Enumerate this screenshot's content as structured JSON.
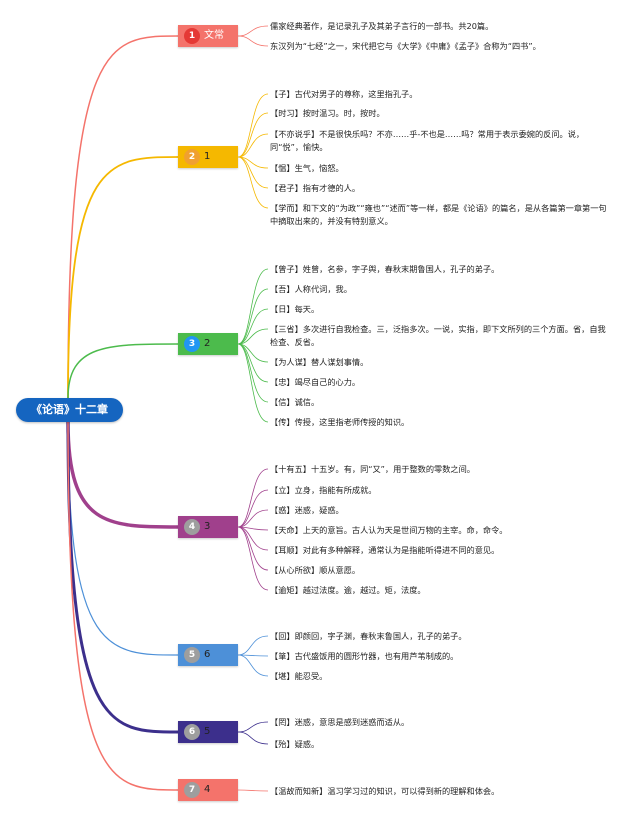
{
  "root": {
    "title": "《论语》十二章"
  },
  "branches": [
    {
      "label": "文常",
      "badge": "1",
      "color": "#f4736b",
      "badge_color": "#e53935",
      "leaves": [
        "儒家经典著作，是记录孔子及其弟子言行的一部书。共20篇。",
        "东汉列为“七经”之一，宋代把它与《大学》《中庸》《孟子》合称为“四书”。"
      ]
    },
    {
      "label": "1",
      "badge": "2",
      "color": "#f5b800",
      "badge_color": "#f0a030",
      "leaves": [
        "【子】古代对男子的尊称，这里指孔子。",
        "【时习】按时温习。时，按时。",
        "【不亦说乎】不是很快乐吗？不亦……乎-不也是……吗？常用于表示委婉的反问。说，同“悦”，愉快。",
        "【愠】生气，恼怒。",
        "【君子】指有才德的人。",
        "【学而】和下文的“为政”“雍也”“述而”等一样，都是《论语》的篇名，是从各篇第一章第一句中摘取出来的，并没有特别意义。"
      ]
    },
    {
      "label": "2",
      "badge": "3",
      "color": "#4cbb4c",
      "badge_color": "#2196f3",
      "leaves": [
        "【曾子】姓曾，名参，字子舆，春秋末期鲁国人，孔子的弟子。",
        "【吾】人称代词，我。",
        "【日】每天。",
        "【三省】多次进行自我检查。三，泛指多次。一说，实指，即下文所列的三个方面。省，自我检查、反省。",
        "【为人谋】替人谋划事情。",
        "【忠】竭尽自己的心力。",
        "【信】诚信。",
        "【传】传授，这里指老师传授的知识。"
      ]
    },
    {
      "label": "3",
      "badge": "4",
      "color": "#a0408c",
      "badge_color": "#9e9e9e",
      "leaves": [
        "【十有五】十五岁。有，同“又”，用于整数的零数之间。",
        "【立】立身，指能有所成就。",
        "【惑】迷惑，疑惑。",
        "【天命】上天的意旨。古人认为天是世间万物的主宰。命，命令。",
        "【耳顺】对此有多种解释，通常认为是指能听得进不同的意见。",
        "【从心所欲】顺从意愿。",
        "【逾矩】越过法度。逾，越过。矩，法度。"
      ]
    },
    {
      "label": "6",
      "badge": "5",
      "color": "#4d90d8",
      "badge_color": "#9e9e9e",
      "leaves": [
        "【回】即颜回，字子渊，春秋末鲁国人，孔子的弟子。",
        "【箪】古代盛饭用的圆形竹器，也有用芦苇制成的。",
        "【堪】能忍受。"
      ]
    },
    {
      "label": "5",
      "badge": "6",
      "color": "#3c2f8c",
      "badge_color": "#9e9e9e",
      "leaves": [
        "【罔】迷惑，意思是感到迷惑而适从。",
        "【殆】疑惑。"
      ]
    },
    {
      "label": "4",
      "badge": "7",
      "color": "#f4736b",
      "badge_color": "#9e9e9e",
      "leaves": [
        "【温故而知新】温习学习过的知识，可以得到新的理解和体会。"
      ]
    }
  ]
}
